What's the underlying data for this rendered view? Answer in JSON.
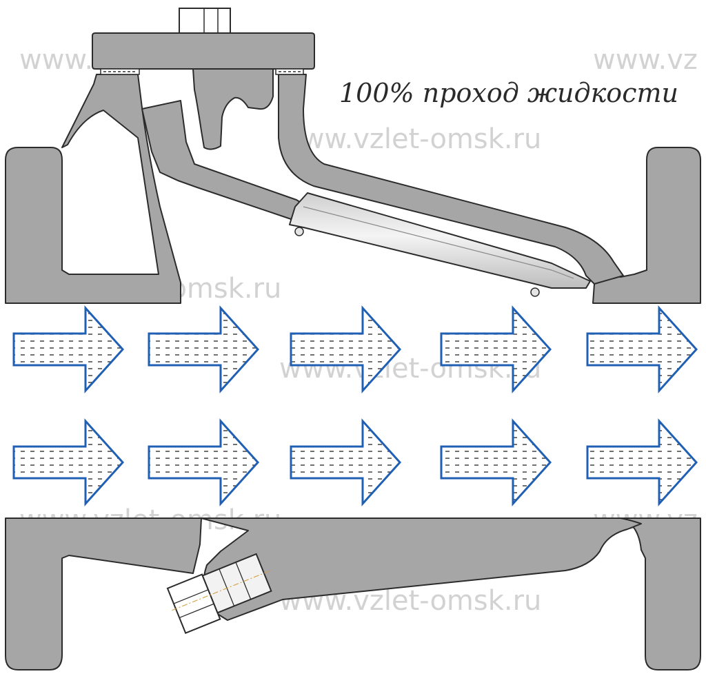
{
  "caption": "100% проход жидкости",
  "watermark": "www.vzlet-omsk.ru",
  "watermark_cropped": "www.vz",
  "colors": {
    "body_fill": "#a6a6a6",
    "body_stroke": "#2b2b2b",
    "arrow_stroke": "#1f5fb4",
    "arrow_fill": "#ffffff",
    "arrow_dash": "#222222",
    "watermark": "#d2d2d2",
    "disc_fill": "#e4e4e4"
  },
  "flow": {
    "direction": "left-to-right",
    "rows": 2,
    "arrows_per_row": 5,
    "arrow_fill_pattern": "dashed-liquid"
  },
  "icons": [
    "flow-arrow-icon",
    "bolt-icon",
    "drain-plug-icon"
  ]
}
